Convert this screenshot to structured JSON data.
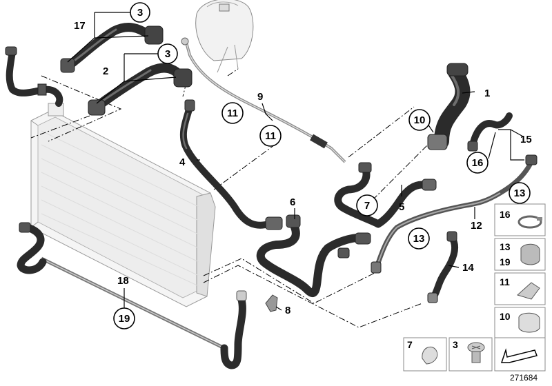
{
  "labels": {
    "l1": "1",
    "l2": "2",
    "l3a": "3",
    "l3b": "3",
    "l4": "4",
    "l5": "5",
    "l6": "6",
    "l7": "7",
    "l8": "8",
    "l9": "9",
    "l10": "10",
    "l11a": "11",
    "l11b": "11",
    "l12": "12",
    "l13a": "13",
    "l13b": "13",
    "l14": "14",
    "l15": "15",
    "l16": "16",
    "l17": "17",
    "l18": "18",
    "l19": "19"
  },
  "legend": {
    "clip16": "16",
    "clip13": "13",
    "clip19": "19",
    "clip11": "11",
    "clip10": "10",
    "clip7": "7",
    "plug3": "3"
  },
  "reference_number": "271684"
}
